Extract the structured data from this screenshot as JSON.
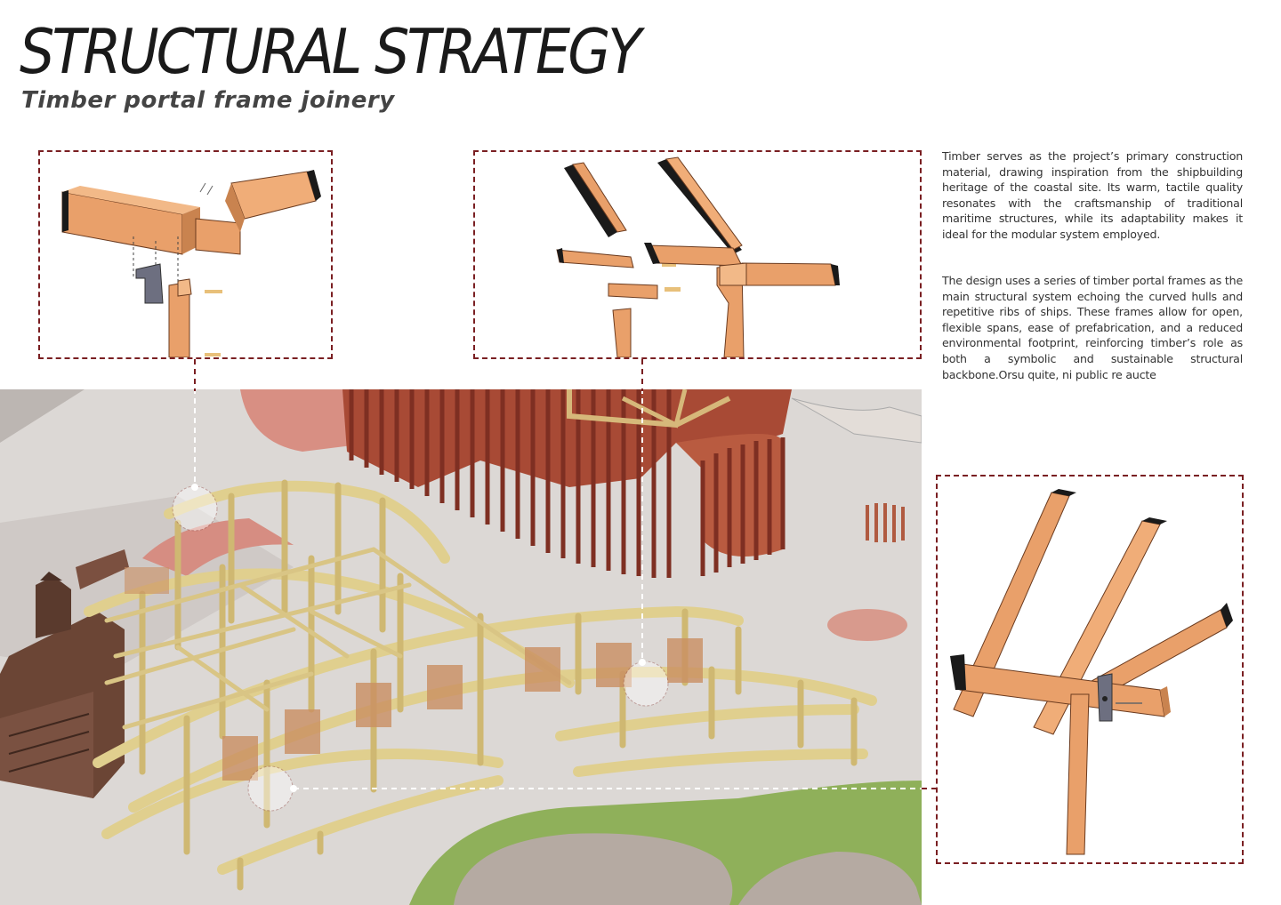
{
  "header": {
    "title": "STRUCTURAL STRATEGY",
    "subtitle": "Timber portal frame joinery"
  },
  "description": {
    "paragraph_1": "Timber serves as the project’s primary construction material, drawing inspiration from the shipbuilding heritage of the coastal site. Its warm, tactile quality resonates with the craftsmanship of traditional maritime structures, while its adaptability makes it ideal for the modular system employed.",
    "paragraph_2": "The design uses a series of timber portal frames as the main structural system echoing the curved hulls and repetitive ribs of ships. These frames allow for open, flexible spans, ease of prefabrication, and a reduced environmental footprint, reinforcing timber’s role as both a symbolic and sustainable structural backbone.Orsu quite, ni public re aucte"
  },
  "colors": {
    "timber": "#e9a06a",
    "timber_dark": "#c9834f",
    "frame_yellow": "#d8c27a",
    "brick_red": "#b8503a",
    "dashed_border": "#7a1f22",
    "ground": "#dcd8d5",
    "grass": "#8fb05a"
  },
  "details": [
    {
      "name": "joint-detail-left"
    },
    {
      "name": "joint-detail-middle"
    },
    {
      "name": "joint-detail-right"
    }
  ]
}
